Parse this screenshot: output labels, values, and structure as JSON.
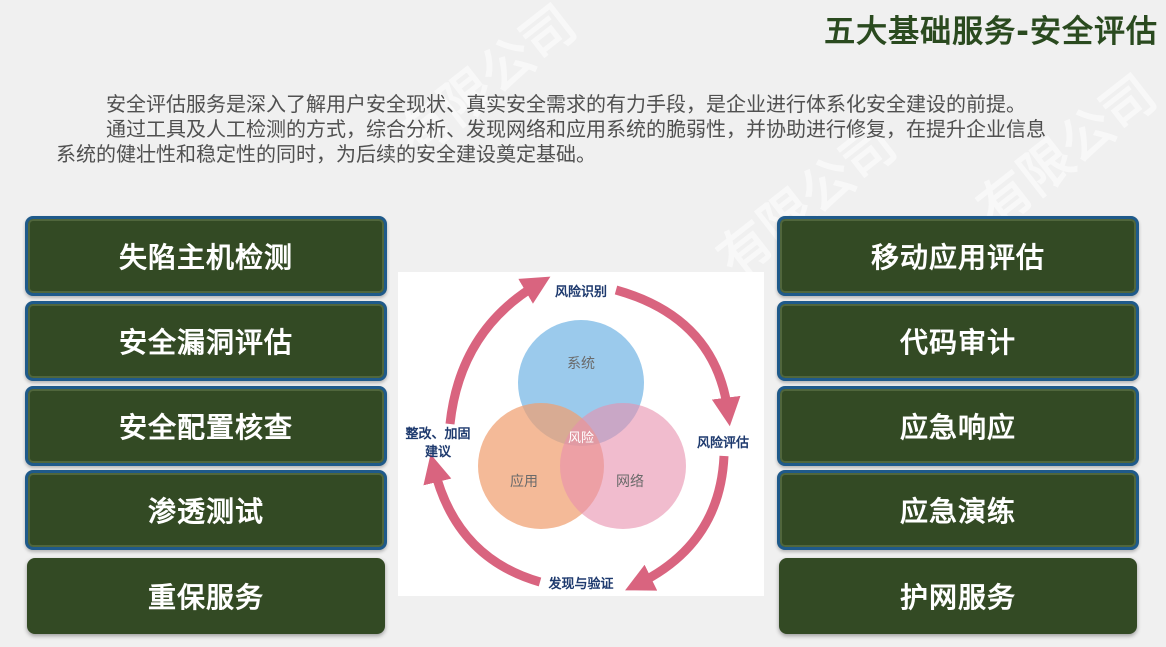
{
  "title": "五大基础服务-安全评估",
  "watermark": "有限公司",
  "intro": {
    "paragraph1": "安全评估服务是深入了解用户安全现状、真实安全需求的有力手段，是企业进行体系化安全建设的前提。",
    "paragraph2": "通过工具及人工检测的方式，综合分析、发现网络和应用系统的脆弱性，并协助进行修复，在提升企业信息系统的健壮性和稳定性的同时，为后续的安全建设奠定基础。"
  },
  "left_services": [
    "失陷主机检测",
    "安全漏洞评估",
    "安全配置核查",
    "渗透测试",
    "重保服务"
  ],
  "right_services": [
    "移动应用评估",
    "代码审计",
    "应急响应",
    "应急演练",
    "护网服务"
  ],
  "diagram": {
    "cycle": {
      "top": "风险识别",
      "right": "风险评估",
      "bottom": "发现与验证",
      "left_line1": "整改、加固",
      "left_line2": "建议"
    },
    "venn": {
      "top": "系统",
      "bottom_left": "应用",
      "bottom_right": "网络",
      "center": "风险"
    },
    "colors": {
      "arrow": "#d9647f",
      "system": "#7ab8e6",
      "application": "#f0a070",
      "network": "#e88fae",
      "label": "#1e3a6e"
    }
  }
}
